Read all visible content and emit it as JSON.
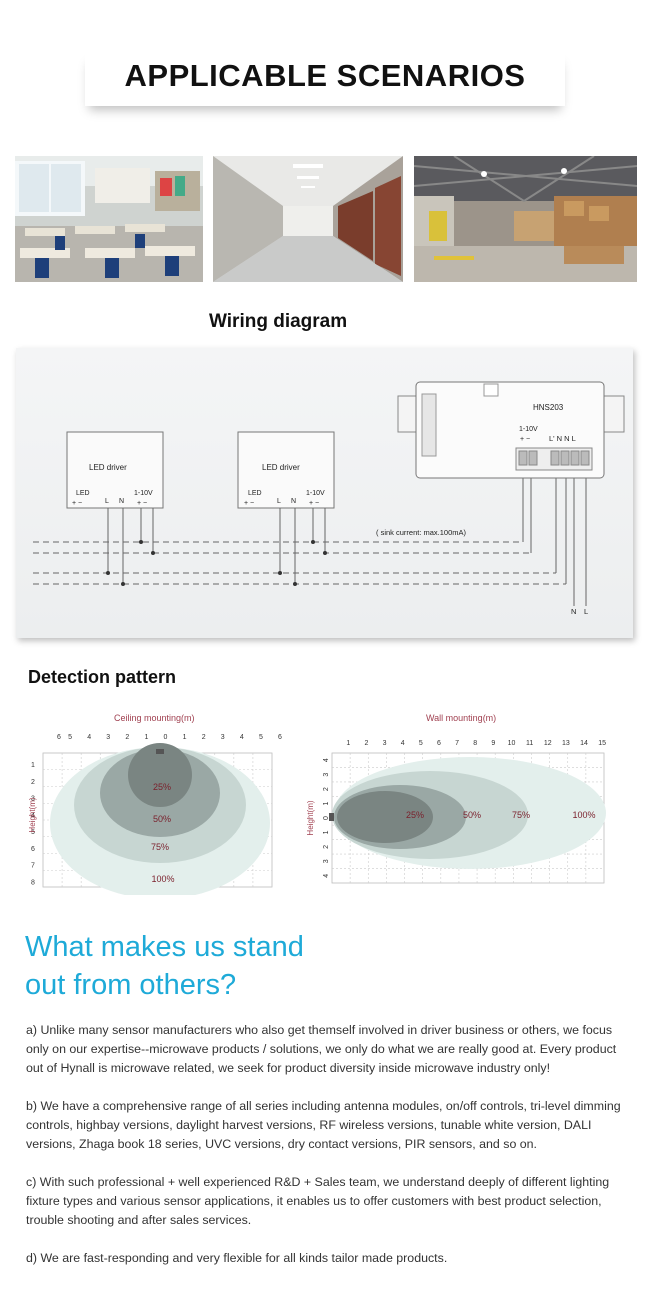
{
  "header": {
    "title": "APPLICABLE SCENARIOS"
  },
  "photos": [
    {
      "scene": "classroom"
    },
    {
      "scene": "corridor"
    },
    {
      "scene": "warehouse"
    }
  ],
  "wiring": {
    "title": "Wiring diagram",
    "driver1": {
      "name": "LED driver",
      "led": "LED",
      "led_pol": "+  −",
      "l": "L",
      "n": "N",
      "dim": "1-10V",
      "dim_pol": "+  −"
    },
    "driver2": {
      "name": "LED driver",
      "led": "LED",
      "led_pol": "+  −",
      "l": "L",
      "n": "N",
      "dim": "1-10V",
      "dim_pol": "+  −"
    },
    "sensor": {
      "model": "HNS203",
      "dim": "1-10V",
      "dim_pol": "+  −",
      "terminals": "L'  N  N  L"
    },
    "note": "( sink current: max.100mA)",
    "mains": {
      "n": "N",
      "l": "L"
    }
  },
  "detection": {
    "title": "Detection pattern",
    "ceiling": {
      "title": "Ceiling mounting(m)",
      "ylabel": "Height(m)",
      "xticks": [
        "6",
        "5",
        "4",
        "3",
        "2",
        "1",
        "0",
        "1",
        "2",
        "3",
        "4",
        "5",
        "6"
      ],
      "yticks": [
        "1",
        "2",
        "3",
        "4",
        "5",
        "6",
        "7",
        "8"
      ],
      "levels": [
        "25%",
        "50%",
        "75%",
        "100%"
      ]
    },
    "wall": {
      "title": "Wall mounting(m)",
      "ylabel": "Height(m)",
      "xticks": [
        "1",
        "2",
        "3",
        "4",
        "5",
        "6",
        "7",
        "8",
        "9",
        "10",
        "11",
        "12",
        "13",
        "14",
        "15"
      ],
      "yticks": [
        "4",
        "3",
        "2",
        "1",
        "0",
        "1",
        "2",
        "3",
        "4"
      ],
      "levels": [
        "25%",
        "50%",
        "75%",
        "100%"
      ]
    }
  },
  "standout": {
    "title_line1": "What makes us stand",
    "title_line2": "out from others?",
    "paragraphs": [
      "a)  Unlike many sensor manufacturers who also get themself involved in driver business or others, we focus only on our expertise--microwave products / solutions, we only do what we are really good at. Every product out of Hynall is microwave related, we seek for product diversity inside microwave industry only!",
      "b)  We have a comprehensive range of all series including antenna modules, on/off controls, tri-level dimming controls, highbay versions, daylight harvest versions, RF wireless versions, tunable white version, DALI versions, Zhaga book 18 series, UVC versions, dry contact versions, PIR sensors, and so on.",
      "c)  With such professional + well experienced R&D + Sales team, we understand deeply of different lighting fixture types and various sensor applications, it enables us to offer customers with best product selection, trouble shooting and after sales services.",
      "d)  We are fast-responding and very flexible for all kinds tailor made products."
    ]
  }
}
